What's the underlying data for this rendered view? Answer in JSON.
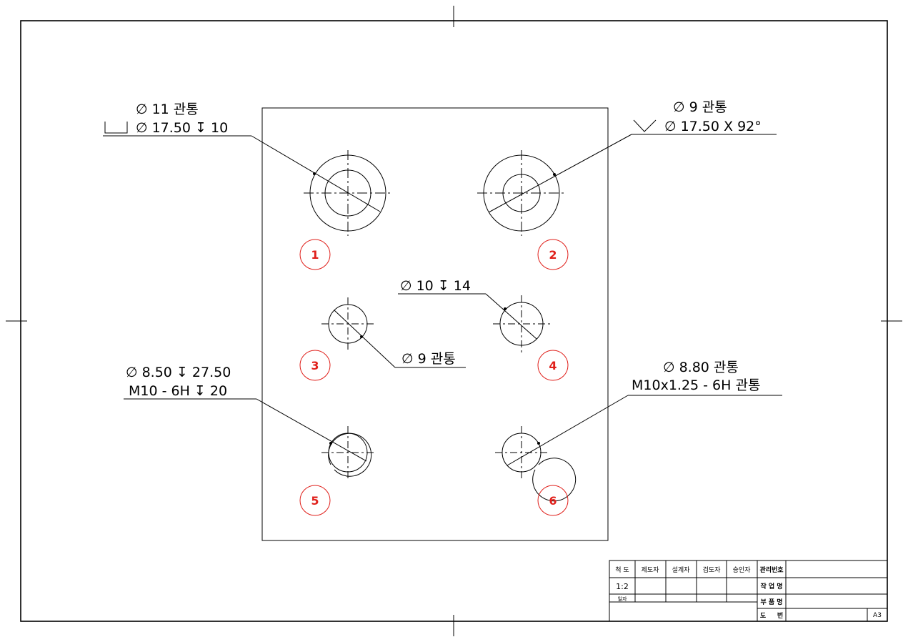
{
  "notes": {
    "h1_line1": "∅ 11 관통",
    "h1_line2": "∅ 17.50 ↧ 10",
    "h2_line1": "∅ 9 관통",
    "h2_line2": "∅ 17.50 X 92°",
    "h3": "∅ 9 관통",
    "h4": "∅ 10 ↧ 14",
    "h5_line1": "∅ 8.50 ↧ 27.50",
    "h5_line2": "M10 - 6H ↧ 20",
    "h6_line1": "∅ 8.80 관통",
    "h6_line2": "M10x1.25 - 6H 관통"
  },
  "balloons": [
    "1",
    "2",
    "3",
    "4",
    "5",
    "6"
  ],
  "title_block": {
    "scale_label": "척 도",
    "drafter_label": "제도자",
    "designer_label": "설계자",
    "checker_label": "검도자",
    "approver_label": "승인자",
    "mgmt_no_label": "관리번호",
    "scale_value": "1:2",
    "date_label": "일자",
    "job_name_label": "작 업 명",
    "part_name_label": "부 품 명",
    "drawing_no_label": "도     번",
    "sheet_size": "A3"
  },
  "colors": {
    "line": "#000000",
    "balloon": "#e0201b"
  }
}
